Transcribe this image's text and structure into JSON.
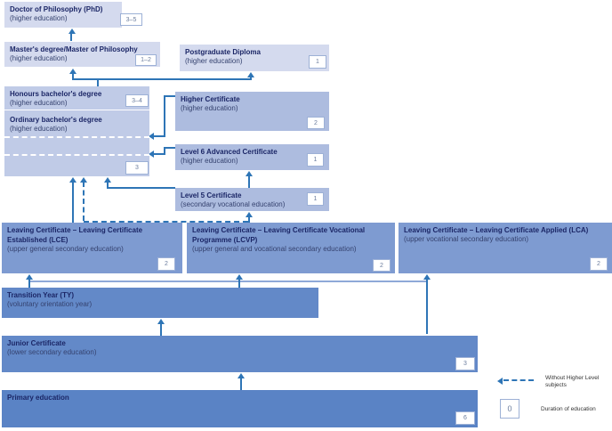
{
  "colors": {
    "connector": "#2e75b6",
    "light_box": "#d4daee",
    "lavender_box": "#c0cbe7",
    "mid_box": "#adbcdf",
    "secondary_box": "#7e9bd1",
    "deep_box": "#6389c8",
    "primary_box": "#5a83c5"
  },
  "nodes": {
    "phd": {
      "title": "Doctor of Philosophy (PhD)",
      "subtitle": "(higher education)",
      "duration": "3–5"
    },
    "masters": {
      "title": "Master's degree/Master of Philosophy",
      "subtitle": "(higher education)",
      "duration": "1–2"
    },
    "postgrad_diploma": {
      "title": "Postgraduate Diploma",
      "subtitle": "(higher education)",
      "duration": "1"
    },
    "honours_bachelor": {
      "title": "Honours bachelor's degree",
      "subtitle": "(higher education)",
      "duration": "3–4"
    },
    "ordinary_bachelor": {
      "title": "Ordinary bachelor's degree",
      "subtitle": "(higher education)",
      "duration": "3"
    },
    "higher_certificate": {
      "title": "Higher Certificate",
      "subtitle": "(higher education)",
      "duration": "2"
    },
    "level6_advanced_certificate": {
      "title": "Level 6 Advanced Certificate",
      "subtitle": "(higher education)",
      "duration": "1"
    },
    "level5_certificate": {
      "title": "Level 5 Certificate",
      "subtitle": "(secondary vocational education)",
      "duration": "1"
    },
    "lce": {
      "title": "Leaving Certificate – Leaving Certificate Established (LCE)",
      "subtitle": "(upper general secondary education)",
      "duration": "2"
    },
    "lcvp": {
      "title": "Leaving Certificate – Leaving Certificate Vocational Programme (LCVP)",
      "subtitle": "(upper general and vocational secondary education)",
      "duration": "2"
    },
    "lca": {
      "title": "Leaving Certificate – Leaving Certificate Applied (LCA)",
      "subtitle": "(upper vocational secondary education)",
      "duration": "2"
    },
    "transition_year": {
      "title": "Transition Year (TY)",
      "subtitle": "(voluntary orientation year)"
    },
    "junior_certificate": {
      "title": "Junior Certificate",
      "subtitle": "(lower secondary education)",
      "duration": "3"
    },
    "primary_education": {
      "title": "Primary education",
      "duration": "6"
    }
  },
  "legend": {
    "without_higher_level": "Without Higher Level subjects",
    "duration_value": "0",
    "duration_label": "Duration of education"
  }
}
